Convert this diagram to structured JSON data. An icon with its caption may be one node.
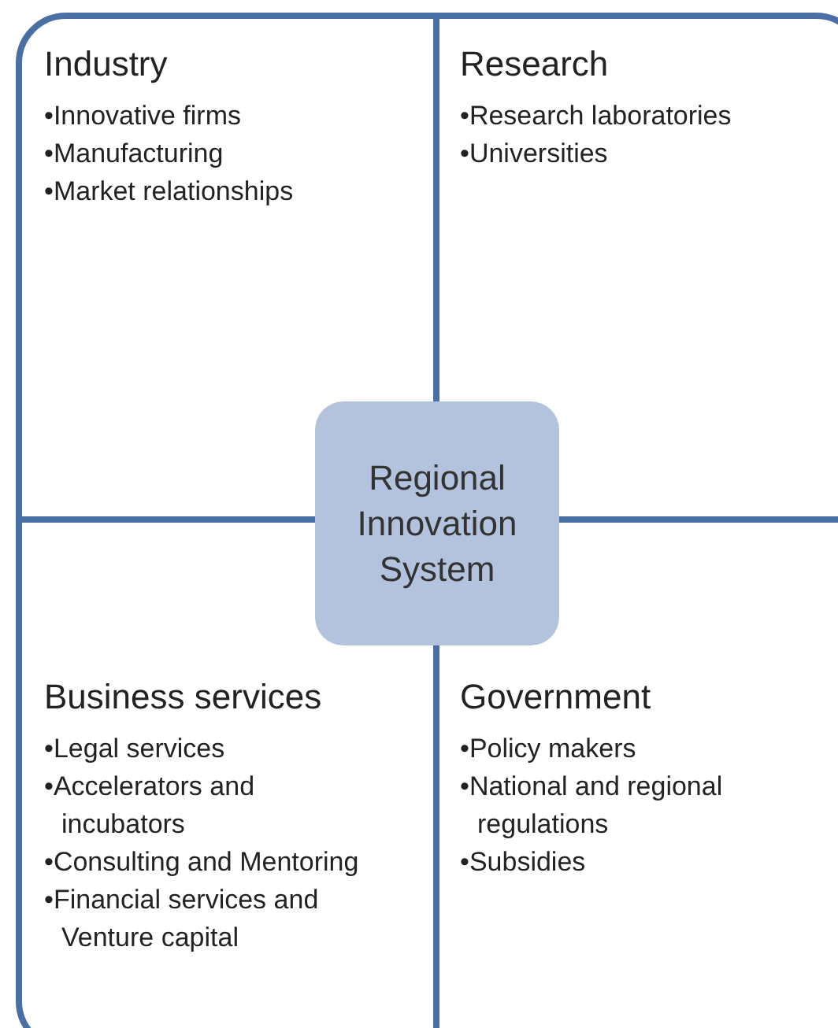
{
  "diagram": {
    "nodes": [
      {
        "text": [],
        "shape": "box"
      },
      {
        "text": [
          "Industry",
          "•Innovative firms",
          "•Manufacturing",
          "•Market relationships"
        ],
        "in": 0
      },
      {
        "text": [
          "Research",
          "•Research laboratories",
          "•Universities"
        ],
        "in": 0
      },
      {
        "text": [
          "Regional Innovation System"
        ],
        "in": 0
      },
      {
        "text": [
          "Business services",
          "•Legal services",
          "•Accelerators and incubators",
          "•Consulting and Mentoring",
          "•Financial services and Venture capital"
        ],
        "in": 0
      },
      {
        "text": [
          "Government",
          "•Policy makers",
          "•National and regional regulations",
          "•Subsidies"
        ],
        "in": 0
      }
    ],
    "edges": []
  }
}
